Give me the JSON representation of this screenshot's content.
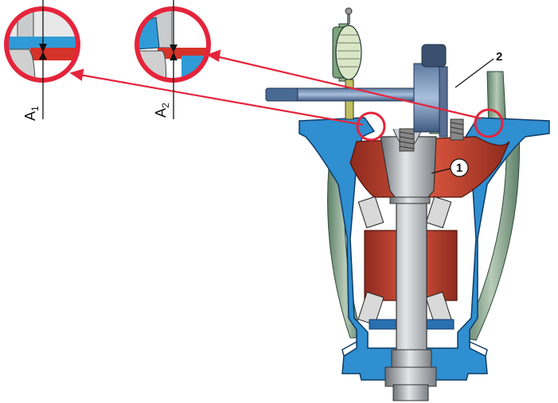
{
  "callouts": {
    "part_1": "1",
    "part_2": "2"
  },
  "dimensions": {
    "a1_letter": "A",
    "a1_sub": "1",
    "a2_letter": "A",
    "a2_sub": "2"
  },
  "colors": {
    "housing_blue": "#2f8fd0",
    "hub_red": "#c73a2a",
    "gray_metal": "#b8bcc0",
    "green_shield": "#7e9f86",
    "red_circle": "#e5243b"
  }
}
